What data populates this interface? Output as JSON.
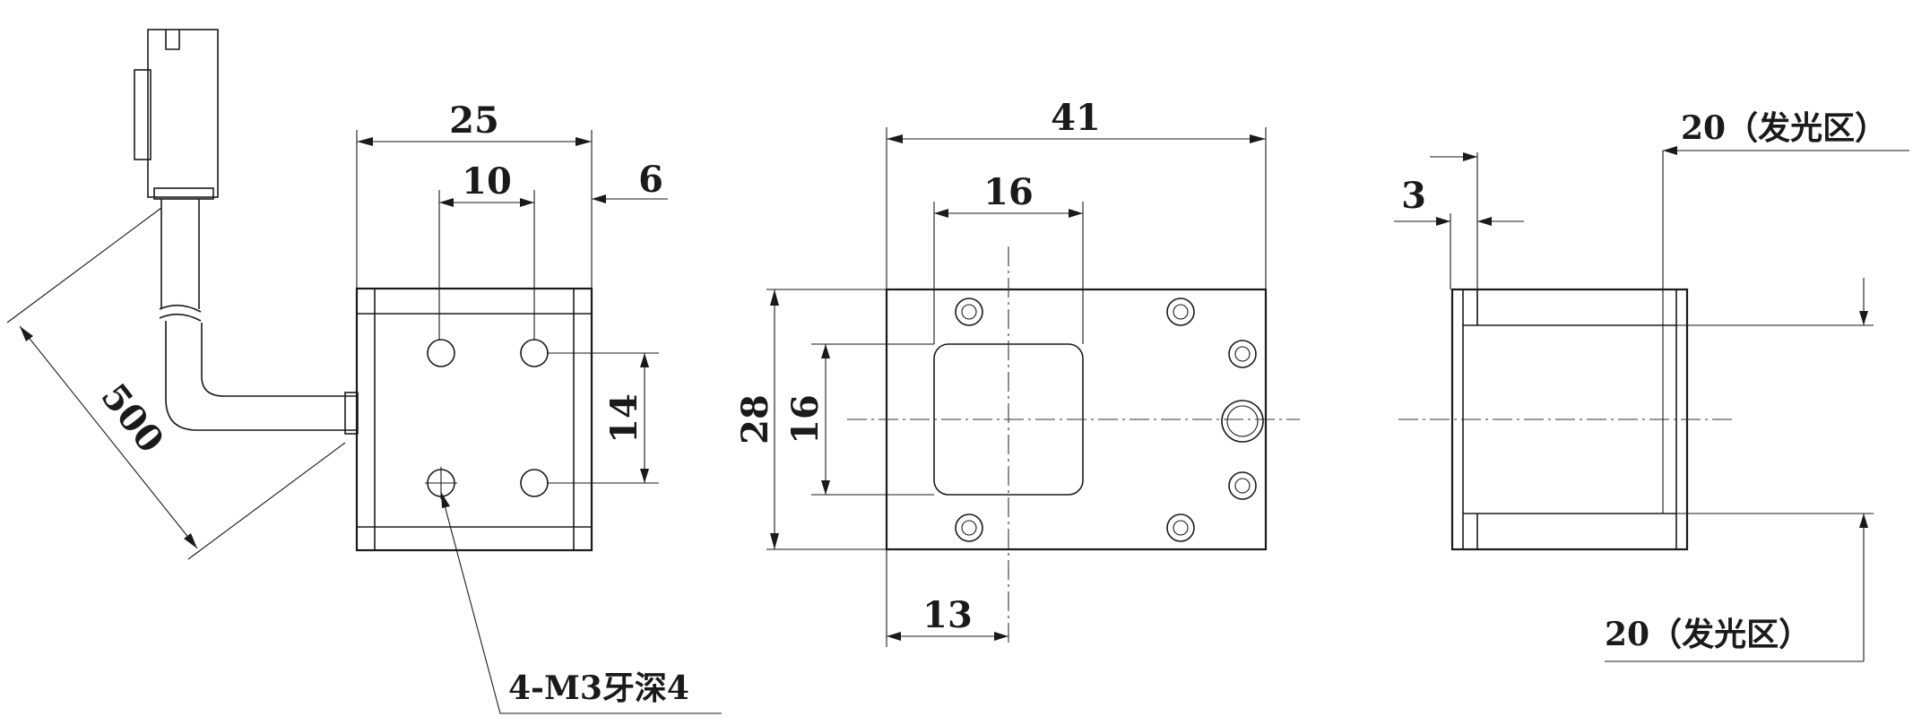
{
  "side_view": {
    "width": "25",
    "hole_spacing_x": "10",
    "edge_offset": "6",
    "hole_spacing_y": "14",
    "cable_length": "500",
    "thread_note": "4-M3牙深4"
  },
  "front_view": {
    "width": "41",
    "window_width": "16",
    "height": "28",
    "window_height": "16",
    "center_offset": "13"
  },
  "end_view": {
    "wall": "3",
    "emit_zone_top": "20（发光区）",
    "emit_zone_bottom": "20（发光区）"
  }
}
